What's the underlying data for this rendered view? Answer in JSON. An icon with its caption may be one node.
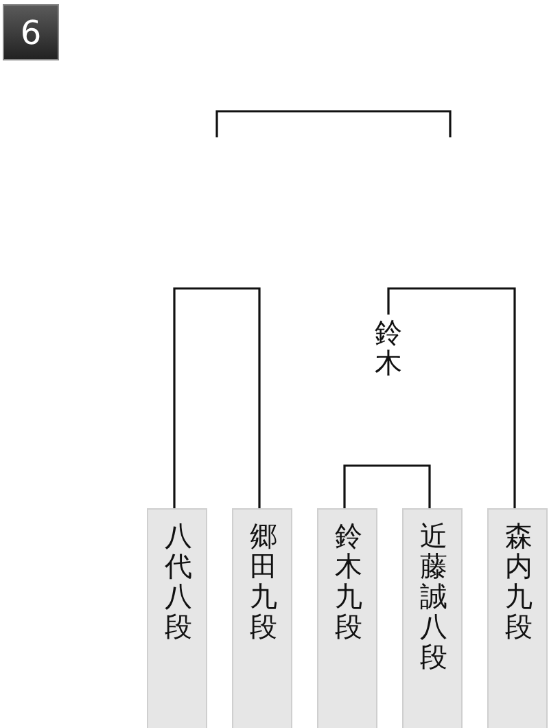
{
  "diagram": {
    "nodes": [
      {
        "text": [
          "八代八段"
        ]
      },
      {
        "text": [
          "郷田九段"
        ]
      },
      {
        "text": [
          "鈴木九段"
        ]
      },
      {
        "text": [
          "近藤誠八段"
        ]
      },
      {
        "text": [
          "森内九段"
        ]
      },
      {
        "text": [
          "鈴木"
        ]
      }
    ],
    "edges": [
      {
        "from": 0,
        "to": 1,
        "arrow": "none"
      },
      {
        "from": 2,
        "to": 3,
        "arrow": "none"
      },
      {
        "from": 5,
        "to": 4,
        "arrow": "none"
      }
    ],
    "labels": [
      "6"
    ]
  }
}
